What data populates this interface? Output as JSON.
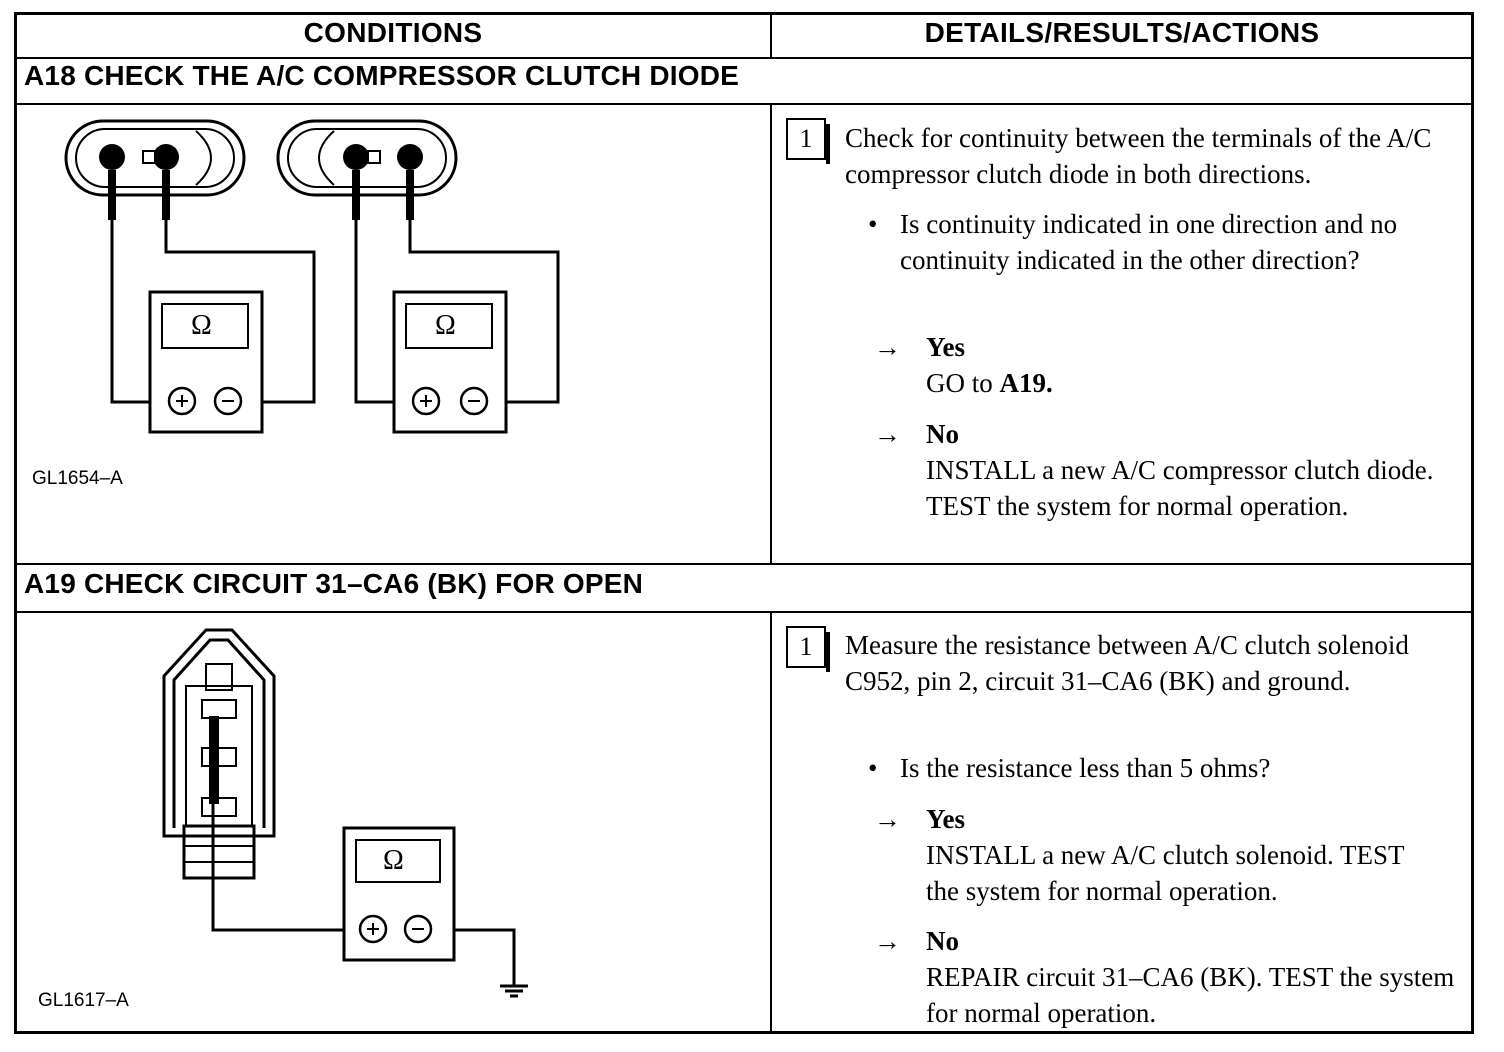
{
  "header": {
    "conditions": "CONDITIONS",
    "details": "DETAILS/RESULTS/ACTIONS"
  },
  "sections": [
    {
      "title": "A18 CHECK THE A/C COMPRESSOR CLUTCH DIODE",
      "figure_caption": "GL1654–A",
      "meter_symbol": "Ω",
      "step_number": "1",
      "instruction": "Check for continuity between the terminals of the A/C compressor clutch diode in both directions.",
      "question": "Is continuity indicated in one direction and no continuity indicated in the other direction?",
      "yes_label": "Yes",
      "yes_action_prefix": "GO to ",
      "yes_action_target": "A19.",
      "no_label": "No",
      "no_action": "INSTALL a new A/C compressor clutch diode. TEST the system for normal operation."
    },
    {
      "title": "A19 CHECK CIRCUIT 31–CA6 (BK) FOR OPEN",
      "figure_caption": "GL1617–A",
      "meter_symbol": "Ω",
      "step_number": "1",
      "instruction": "Measure the resistance between A/C clutch solenoid C952, pin 2, circuit 31–CA6 (BK) and ground.",
      "question": "Is the resistance less than 5 ohms?",
      "yes_label": "Yes",
      "yes_action": "INSTALL a new A/C clutch solenoid. TEST the system for normal operation.",
      "no_label": "No",
      "no_action": "REPAIR circuit 31–CA6 (BK). TEST the system for normal operation."
    }
  ],
  "icons": {
    "arrow": "right-arrow-icon",
    "bullet": "bullet-icon",
    "plus": "+",
    "minus": "−"
  }
}
